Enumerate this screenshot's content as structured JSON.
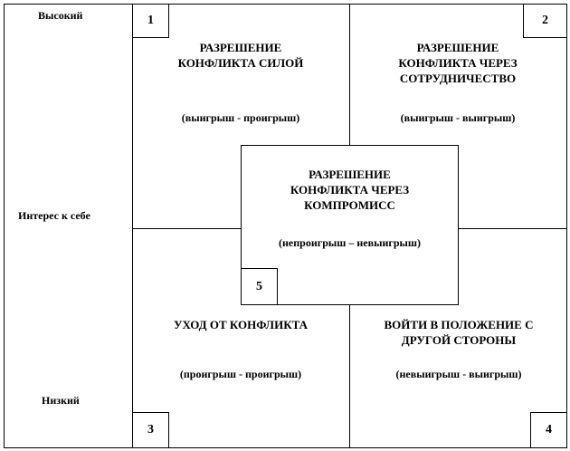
{
  "axis": {
    "high": "Высокий",
    "label": "Интерес к себе",
    "low": "Низкий"
  },
  "quadrants": [
    {
      "number": "1",
      "title_lines": [
        "РАЗРЕШЕНИЕ",
        "КОНФЛИКТА СИЛОЙ"
      ],
      "subtitle": "(выигрыш - проигрыш)"
    },
    {
      "number": "2",
      "title_lines": [
        "РАЗРЕШЕНИЕ",
        "КОНФЛИКТА ЧЕРЕЗ",
        "СОТРУДНИЧЕСТВО"
      ],
      "subtitle": "(выигрыш - выигрыш)"
    },
    {
      "number": "3",
      "title_lines": [
        "УХОД ОТ КОНФЛИКТА"
      ],
      "subtitle": "(проигрыш - проигрыш)"
    },
    {
      "number": "4",
      "title_lines": [
        "ВОЙТИ В ПОЛОЖЕНИЕ С",
        "ДРУГОЙ СТОРОНЫ"
      ],
      "subtitle": "(невыигрыш - выигрыш)"
    }
  ],
  "center": {
    "number": "5",
    "title_lines": [
      "РАЗРЕШЕНИЕ",
      "КОНФЛИКТА ЧЕРЕЗ",
      "КОМПРОМИСС"
    ],
    "subtitle": "(непроигрыш – невыигрыш)"
  }
}
